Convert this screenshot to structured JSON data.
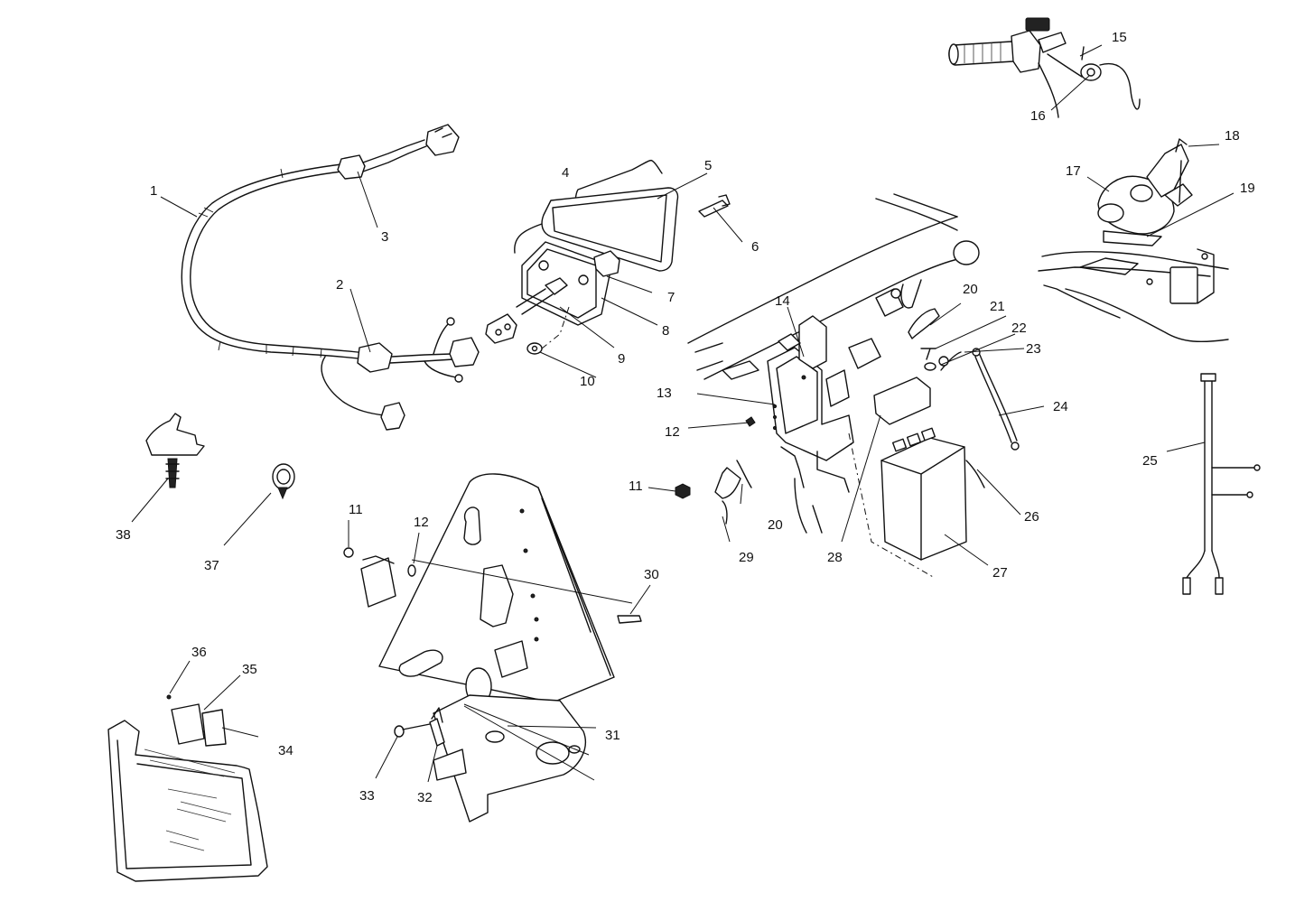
{
  "callouts": {
    "c1": "1",
    "c2": "2",
    "c3": "3",
    "c4": "4",
    "c5": "5",
    "c6": "6",
    "c7": "7",
    "c8": "8",
    "c9": "9",
    "c10": "10",
    "c11a": "11",
    "c11b": "11",
    "c12a": "12",
    "c12b": "12",
    "c13": "13",
    "c14": "14",
    "c15": "15",
    "c16": "16",
    "c17": "17",
    "c18": "18",
    "c19": "19",
    "c20a": "20",
    "c20b": "20",
    "c21": "21",
    "c22": "22",
    "c23": "23",
    "c24": "24",
    "c25": "25",
    "c26": "26",
    "c27": "27",
    "c28": "28",
    "c29": "29",
    "c30": "30",
    "c31": "31",
    "c32": "32",
    "c33": "33",
    "c34": "34",
    "c35": "35",
    "c36": "36",
    "c37": "37",
    "c38": "38"
  },
  "colors": {
    "line": "#111111",
    "background": "#ffffff"
  }
}
